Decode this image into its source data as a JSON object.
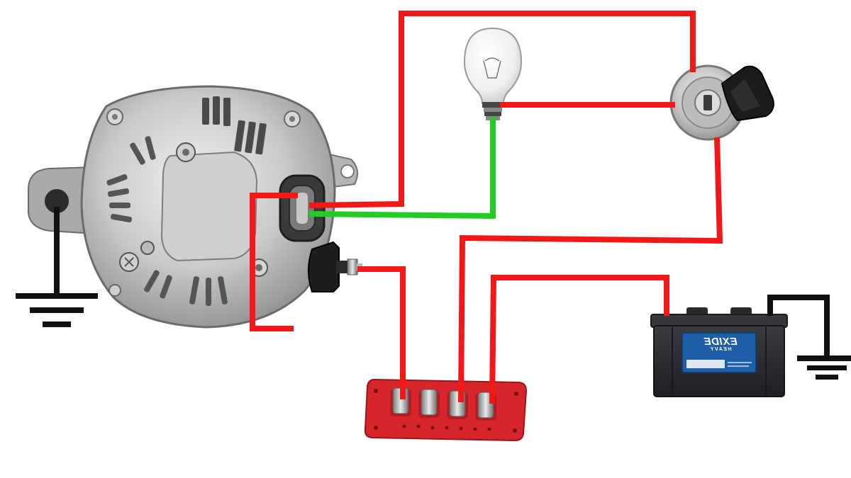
{
  "colors": {
    "positive_wire": "#f21818",
    "indicator_wire": "#22cc22",
    "ground_wire": "#111111",
    "bus_bar": "#d7262b",
    "battery_case": "#2b2d30",
    "battery_label": "#1f5fa8"
  },
  "components": [
    {
      "name": "alternator",
      "icon": "alternator-icon"
    },
    {
      "name": "indicator-lamp",
      "icon": "light-bulb-icon"
    },
    {
      "name": "ignition-switch",
      "icon": "ignition-key-icon"
    },
    {
      "name": "bus-bar",
      "icon": "terminal-block-icon",
      "terminals": 4
    },
    {
      "name": "battery",
      "icon": "battery-icon"
    },
    {
      "name": "ground",
      "icon": "ground-symbol-icon",
      "count": 2
    }
  ],
  "battery": {
    "brand": "EXIDE",
    "model": "HEAVY"
  }
}
